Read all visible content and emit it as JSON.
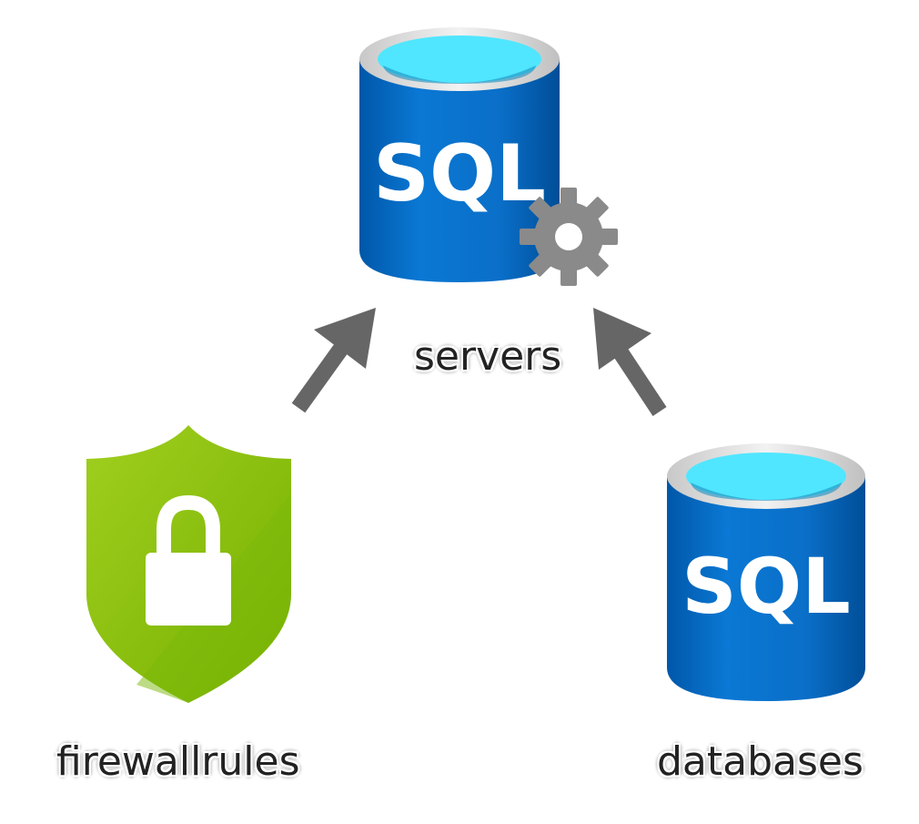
{
  "nodes": {
    "servers": {
      "label": "servers",
      "icon": "sql-server-gear-icon"
    },
    "firewallrules": {
      "label": "firewallrules",
      "icon": "shield-lock-icon"
    },
    "databases": {
      "label": "databases",
      "icon": "sql-database-icon"
    }
  },
  "edges": [
    {
      "from": "firewallrules",
      "to": "servers"
    },
    {
      "from": "databases",
      "to": "servers"
    }
  ],
  "colors": {
    "sql_blue": "#0a6fc8",
    "sql_top": "#50e6ff",
    "shield_green": "#86bc1b",
    "arrow_gray": "#666666",
    "gear_gray": "#888888"
  }
}
